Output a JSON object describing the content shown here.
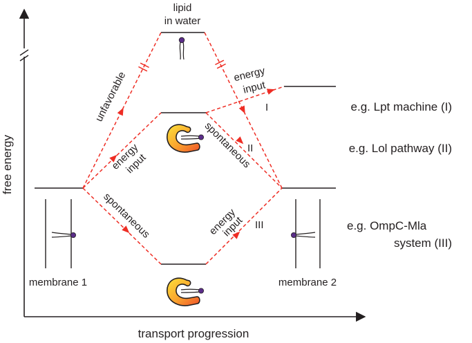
{
  "axes": {
    "y_label": "free energy",
    "x_label": "transport progression"
  },
  "labels": {
    "lipid_water_line1": "lipid",
    "lipid_water_line2": "in water",
    "membrane1": "membrane 1",
    "membrane2": "membrane 2",
    "unfavorable": "unfavorable",
    "energy_input_top_1": "energy",
    "energy_input_top_2": "input",
    "energy_input_mid_1": "energy",
    "energy_input_mid_2": "input",
    "spontaneous_mid": "spontaneous",
    "spontaneous_low": "spontaneous",
    "energy_input_low_1": "energy",
    "energy_input_low_2": "input",
    "roman_I": "I",
    "roman_II": "II",
    "roman_III": "III"
  },
  "pathways": {
    "lpt": "e.g. Lpt machine (I)",
    "lol": "e.g. Lol pathway (II)",
    "mla_line1": "e.g. OmpC-Mla",
    "mla_line2": "system (III)"
  },
  "colors": {
    "path": "#ee2d24",
    "ink": "#231f20",
    "lipid_head": "#5b2d8a",
    "protein_light": "#fde23a",
    "protein_dark": "#f26a2a"
  }
}
